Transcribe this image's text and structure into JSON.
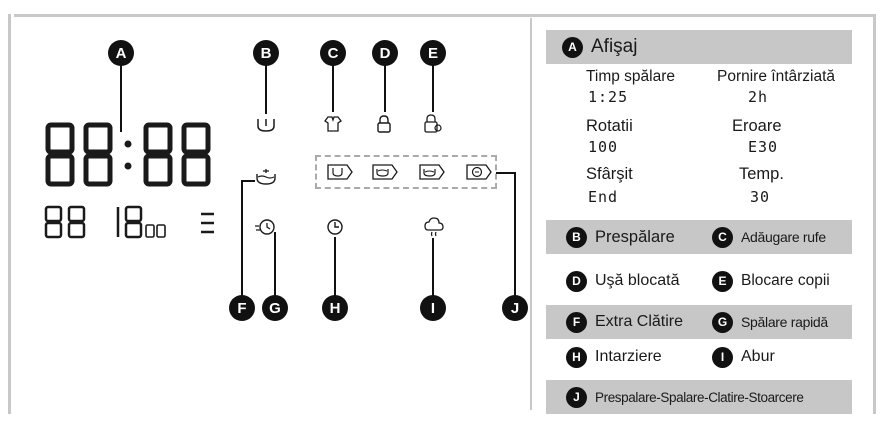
{
  "markers": {
    "A": "A",
    "B": "B",
    "C": "C",
    "D": "D",
    "E": "E",
    "F": "F",
    "G": "G",
    "H": "H",
    "I": "I",
    "J": "J"
  },
  "legend": {
    "heading": "Afişaj",
    "fields": {
      "wash_time_label": "Timp spălare",
      "wash_time_value": "1:25",
      "delay_label": "Pornire întârziată",
      "delay_value": "2h",
      "rotation_label": "Rotatii",
      "rotation_value": "100",
      "error_label": "Eroare",
      "error_value": "E30",
      "end_label": "Sfârşit",
      "end_value": "End",
      "temp_label": "Temp.",
      "temp_value": "30"
    },
    "items": {
      "B": "Prespălare",
      "C": "Adăugare rufe",
      "D": "Uşă blocată",
      "E": "Blocare copii",
      "F": "Extra Clătire",
      "G": "Spălare rapidă",
      "H": "Intarziere",
      "I": "Abur",
      "J": "Prespalare-Spalare-Clatire-Stoarcere"
    }
  },
  "display": {
    "main_digits": "88:88",
    "small_left": "88",
    "small_mid": "18",
    "small_sub": "00",
    "bars": "≡"
  },
  "colors": {
    "gray_row": "#c7c7c7",
    "marker": "#111111",
    "frame": "#c8c8c8"
  }
}
